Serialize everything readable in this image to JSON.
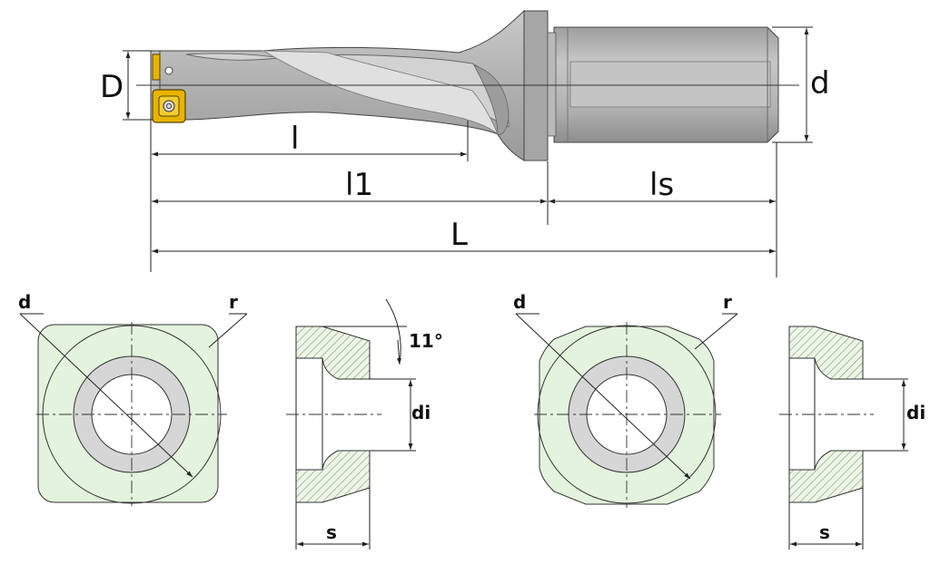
{
  "drill": {
    "label_D": "D",
    "label_d": "d",
    "label_l": "l",
    "label_l1": "l1",
    "label_ls": "ls",
    "label_L": "L"
  },
  "insert_square": {
    "label_d": "d",
    "label_r": "r",
    "fill_color": "#e3f3dd"
  },
  "section_1": {
    "label_angle": "11°",
    "label_di": "di",
    "label_s": "s"
  },
  "insert_octagon": {
    "label_d": "d",
    "label_r": "r",
    "fill_color": "#e3f3dd"
  },
  "section_2": {
    "label_di": "di",
    "label_s": "s"
  },
  "colors": {
    "body_gray": "#b4b4b4",
    "shank_gray": "#a9a9a9",
    "insert_gold": "#e8b400",
    "hatch": "#7a9c6a"
  }
}
